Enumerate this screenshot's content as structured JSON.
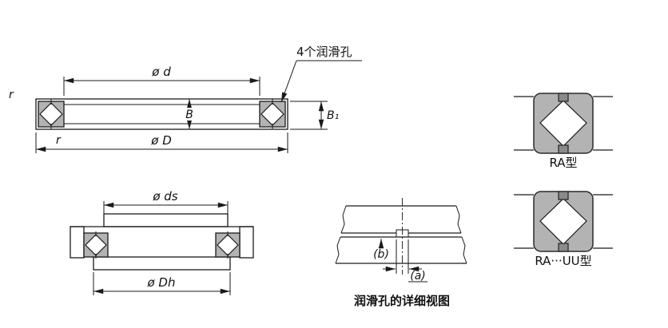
{
  "drawing": {
    "annotation_lube_holes": "4个润滑孔",
    "dim_inner_diameter": "ø d",
    "dim_outer_diameter": "ø D",
    "dim_width": "B",
    "dim_width_b1": "B₁",
    "corner_radius_top": "r",
    "corner_radius_bottom": "r"
  },
  "mounting": {
    "dim_shaft_abutment": "ø ds",
    "dim_housing_abutment": "ø Dh"
  },
  "detail": {
    "dim_b": "(b)",
    "dim_a": "(a)",
    "caption": "润滑孔的详细视图"
  },
  "legend": {
    "type_ra": "RA型",
    "type_ra_uu": "RA···UU型"
  },
  "colors": {
    "line": "#1a1a1a",
    "roller_fill": "#b3b3b3",
    "seal_fill": "#8a8a8a",
    "background": "#ffffff"
  }
}
